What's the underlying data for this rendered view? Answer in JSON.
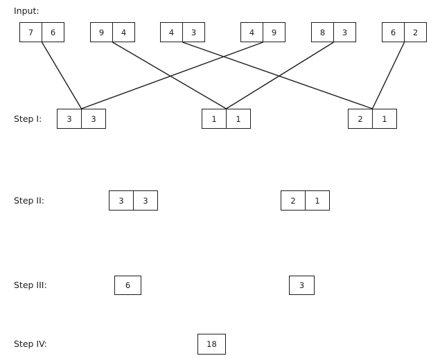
{
  "colors": {
    "background": "#ffffff",
    "border": "#1c1c1c",
    "line": "#1c1c1c",
    "text": "#1c1c1c"
  },
  "input": {
    "label": "Input:",
    "boxes": [
      {
        "cells": [
          "7",
          "6"
        ]
      },
      {
        "cells": [
          "9",
          "4"
        ]
      },
      {
        "cells": [
          "4",
          "3"
        ]
      },
      {
        "cells": [
          "4",
          "9"
        ]
      },
      {
        "cells": [
          "8",
          "3"
        ]
      },
      {
        "cells": [
          "6",
          "2"
        ]
      }
    ]
  },
  "step1": {
    "label": "Step I:",
    "boxes": [
      {
        "cells": [
          "3",
          "3"
        ]
      },
      {
        "cells": [
          "1",
          "1"
        ]
      },
      {
        "cells": [
          "2",
          "1"
        ]
      }
    ]
  },
  "step2": {
    "label": "Step II:",
    "boxes": [
      {
        "cells": [
          "3",
          "3"
        ]
      },
      {
        "cells": [
          "2",
          "1"
        ]
      }
    ]
  },
  "step3": {
    "label": "Step III:",
    "boxes": [
      {
        "value": "6"
      },
      {
        "value": "3"
      }
    ]
  },
  "step4": {
    "label": "Step IV:",
    "boxes": [
      {
        "value": "18"
      }
    ]
  },
  "connections": [
    {
      "from": "input-box-1",
      "to": "step1-box-1"
    },
    {
      "from": "input-box-4",
      "to": "step1-box-1"
    },
    {
      "from": "input-box-2",
      "to": "step1-box-2"
    },
    {
      "from": "input-box-5",
      "to": "step1-box-2"
    },
    {
      "from": "input-box-3",
      "to": "step1-box-3"
    },
    {
      "from": "input-box-6",
      "to": "step1-box-3"
    }
  ]
}
